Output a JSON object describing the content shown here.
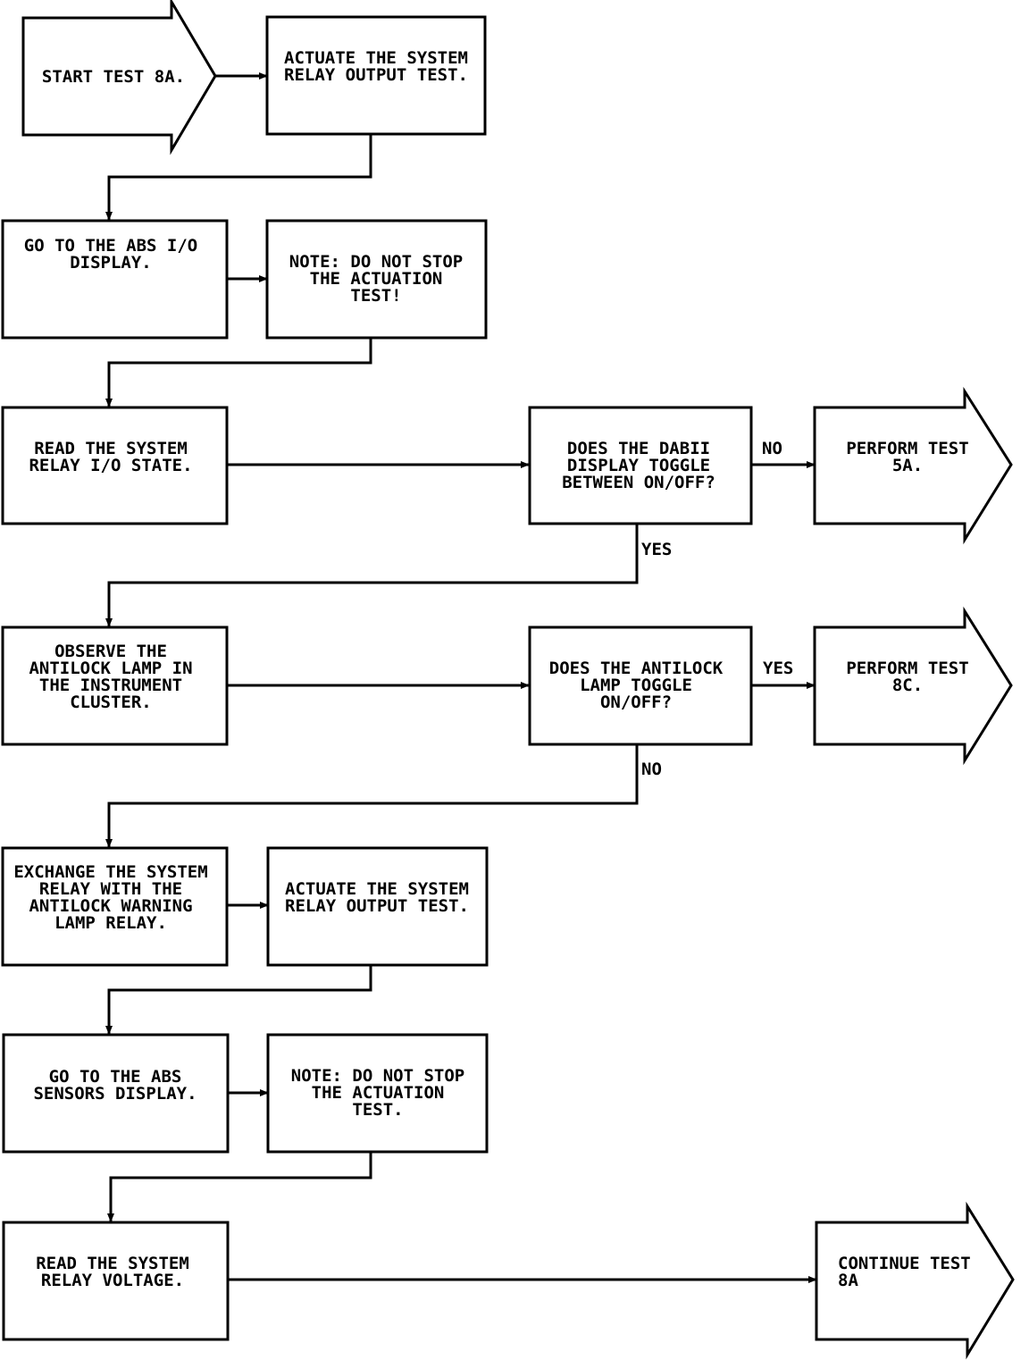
{
  "diagram": {
    "start": {
      "lines": [
        "START TEST 8A."
      ]
    },
    "actuate1": {
      "lines": [
        "ACTUATE THE SYSTEM",
        "RELAY OUTPUT TEST."
      ]
    },
    "goto_io": {
      "lines": [
        "GO TO THE ABS I/O",
        "DISPLAY."
      ]
    },
    "note1": {
      "lines": [
        "NOTE:  DO NOT STOP",
        "THE ACTUATION",
        "TEST!"
      ]
    },
    "read_io": {
      "lines": [
        "READ THE SYSTEM",
        "RELAY I/O STATE."
      ]
    },
    "q_toggle": {
      "lines": [
        "DOES THE DABII",
        "DISPLAY TOGGLE",
        "BETWEEN ON/OFF?"
      ]
    },
    "perform5a": {
      "lines": [
        "PERFORM TEST",
        "5A."
      ]
    },
    "observe": {
      "lines": [
        "OBSERVE THE",
        "ANTILOCK LAMP IN",
        "THE INSTRUMENT",
        "CLUSTER."
      ]
    },
    "q_lamp": {
      "lines": [
        "DOES THE ANTILOCK",
        "LAMP TOGGLE",
        "ON/OFF?"
      ]
    },
    "perform8c": {
      "lines": [
        "PERFORM TEST",
        "8C."
      ]
    },
    "exchange": {
      "lines": [
        "EXCHANGE THE SYSTEM",
        "RELAY WITH THE",
        "ANTILOCK WARNING",
        "LAMP RELAY."
      ]
    },
    "actuate2": {
      "lines": [
        "ACTUATE THE SYSTEM",
        "RELAY OUTPUT TEST."
      ]
    },
    "goto_sensors": {
      "lines": [
        "GO TO THE ABS",
        "SENSORS DISPLAY."
      ]
    },
    "note2": {
      "lines": [
        "NOTE:  DO NOT STOP",
        "THE ACTUATION",
        "TEST."
      ]
    },
    "read_voltage": {
      "lines": [
        "READ THE SYSTEM",
        "RELAY VOLTAGE."
      ]
    },
    "continue8a": {
      "lines": [
        "CONTINUE TEST",
        "8A"
      ]
    },
    "branch_labels": {
      "toggle_no": "NO",
      "toggle_yes": "YES",
      "lamp_yes": "YES",
      "lamp_no": "NO"
    }
  }
}
